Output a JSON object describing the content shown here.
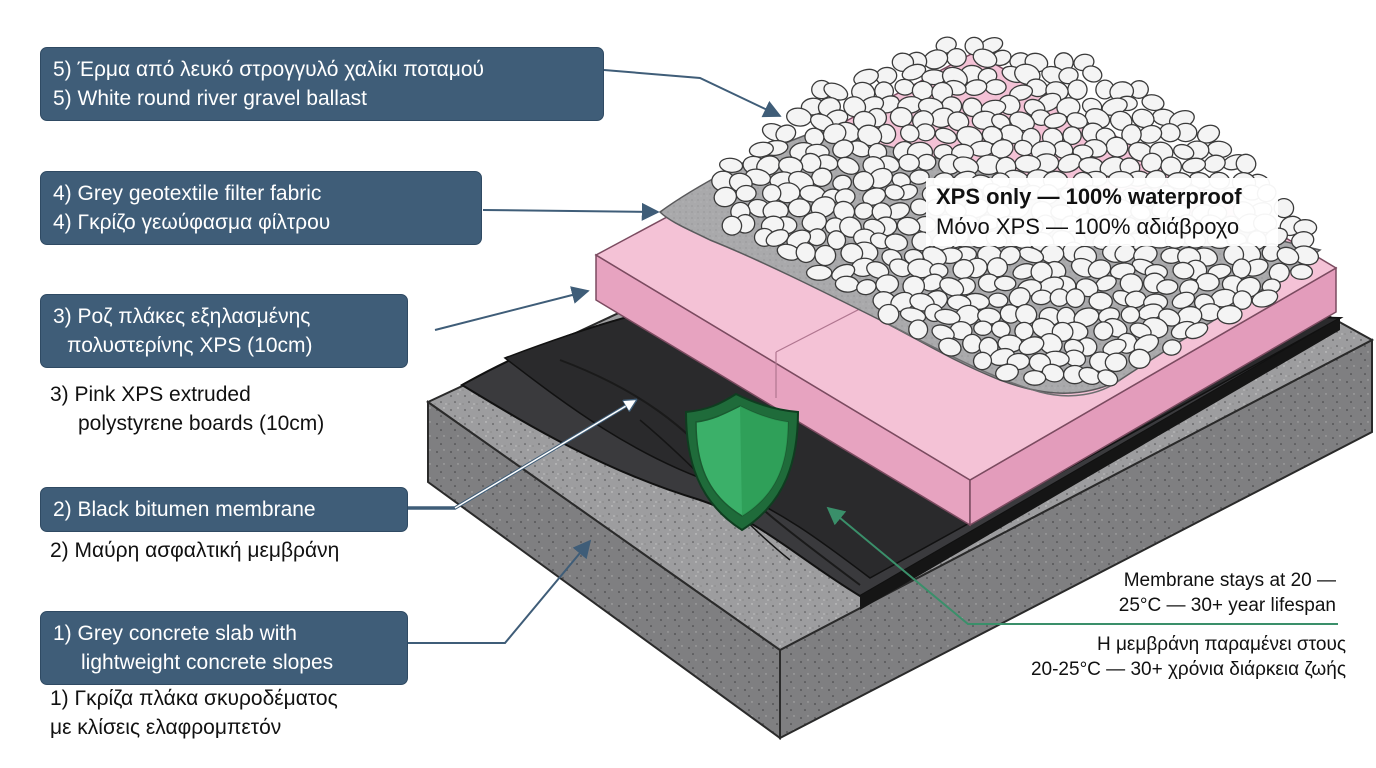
{
  "layers": {
    "gravel": {
      "el": "5) Έρμα από λευκό στρογγυλό χαλίκι ποταμού",
      "en": "5) White round river gravel ballast"
    },
    "geotextile": {
      "en": "4) Grey geotextile filter fabric",
      "el": "4) Γκρίζο γεωύφασμα φίλτρου"
    },
    "xps": {
      "el_line1": "3) Ροζ πλάκες εξηλασμένης",
      "el_line2": "πολυστερίνης XPS (10cm)",
      "en_line1": "3) Pink XPS extruded",
      "en_line2": "polystyrεne boards (10cm)"
    },
    "membrane": {
      "en": "2) Black bitumen membrane",
      "el": "2) Μαύρη ασφαλτική μεμβράνη"
    },
    "concrete": {
      "en_line1": "1) Grey concrete slab with",
      "en_line2": "lightweight concrete slopes",
      "el_line1": "1) Γκρίζα πλάκα σκυροδέματος",
      "el_line2": "με κλίσεις ελαφρομπετόν"
    }
  },
  "callout_waterproof": {
    "en": "XPS only — 100% waterproof",
    "el": "Μόνο XPS — 100% αδιάβροχο"
  },
  "callout_membrane": {
    "en_line1": "Membrane stays at 20 —",
    "en_line2": "25°C — 30+ year lifespan",
    "el_line1": "Η μεμβράνη παραμένει στους",
    "el_line2": "20-25°C — 30+ χρόνια διάρκεια ζωής"
  },
  "colors": {
    "label_box": "#3f5d78",
    "concrete": "#9a9a9a",
    "bitumen": "#2e2e30",
    "xps_pink": "#f1b6cf",
    "geotextile": "#a8a8aa",
    "gravel": "#f3f3f3",
    "shield_green": "#2e9d57",
    "leader_green": "#3a8f6a"
  },
  "icons": [
    "shield-icon"
  ]
}
